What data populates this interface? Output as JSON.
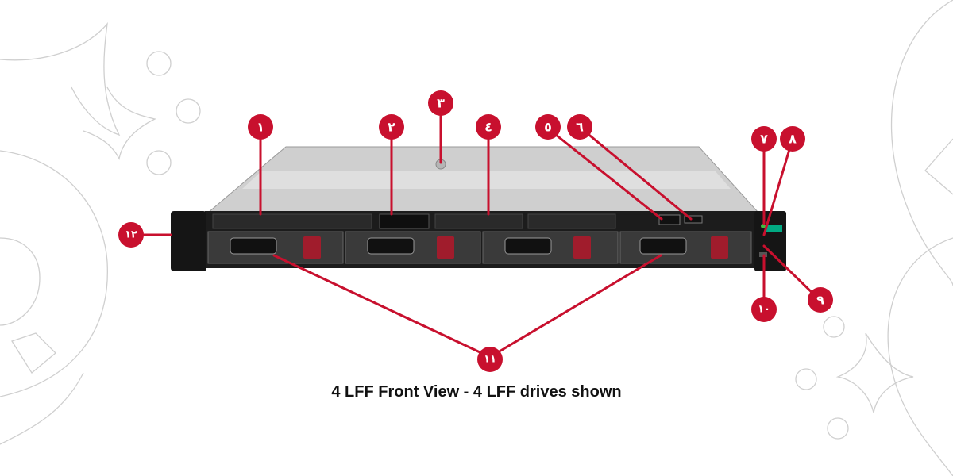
{
  "caption": "4 LFF Front View - 4 LFF drives shown",
  "colors": {
    "accent": "#c8102e",
    "chassis_dark": "#1a1a1a",
    "chassis_light": "#d5d5d5",
    "drive_latch": "#a01c2c"
  },
  "callouts": [
    {
      "id": "1",
      "label": "١"
    },
    {
      "id": "2",
      "label": "٢"
    },
    {
      "id": "3",
      "label": "٣"
    },
    {
      "id": "4",
      "label": "٤"
    },
    {
      "id": "5",
      "label": "٥"
    },
    {
      "id": "6",
      "label": "٦"
    },
    {
      "id": "7",
      "label": "٧"
    },
    {
      "id": "8",
      "label": "٨"
    },
    {
      "id": "9",
      "label": "٩"
    },
    {
      "id": "10",
      "label": "١٠"
    },
    {
      "id": "11",
      "label": "١١"
    },
    {
      "id": "12",
      "label": "١٢"
    }
  ]
}
